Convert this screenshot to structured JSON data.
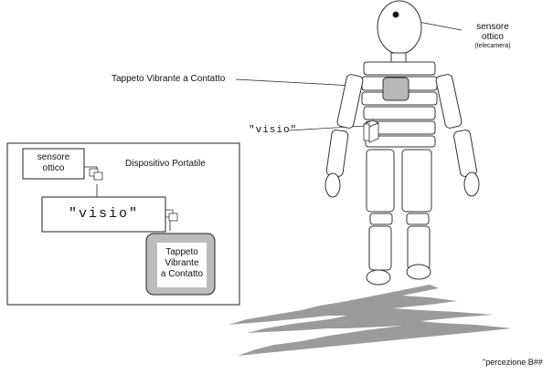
{
  "robot": {
    "head_sensor_label_line1": "sensore",
    "head_sensor_label_line2": "ottico",
    "head_sensor_label_line3": "(telecamera)",
    "tappeto_label": "Tappeto Vibrante a Contatto",
    "visio_label": "\"visio\""
  },
  "device_panel": {
    "title": "Dispositivo Portatile",
    "sensor_line1": "sensore",
    "sensor_line2": "ottico",
    "visio": "\"visio\"",
    "tappeto_line1": "Tappeto",
    "tappeto_line2": "Vibrante",
    "tappeto_line3": "a Contatto"
  },
  "footer": {
    "note": "\"percezione B##"
  },
  "colors": {
    "line": "#222222",
    "light_gray": "#bcbcbc",
    "pad_gray": "#b8b8b8",
    "shadow_gray": "#8a8a8a"
  }
}
